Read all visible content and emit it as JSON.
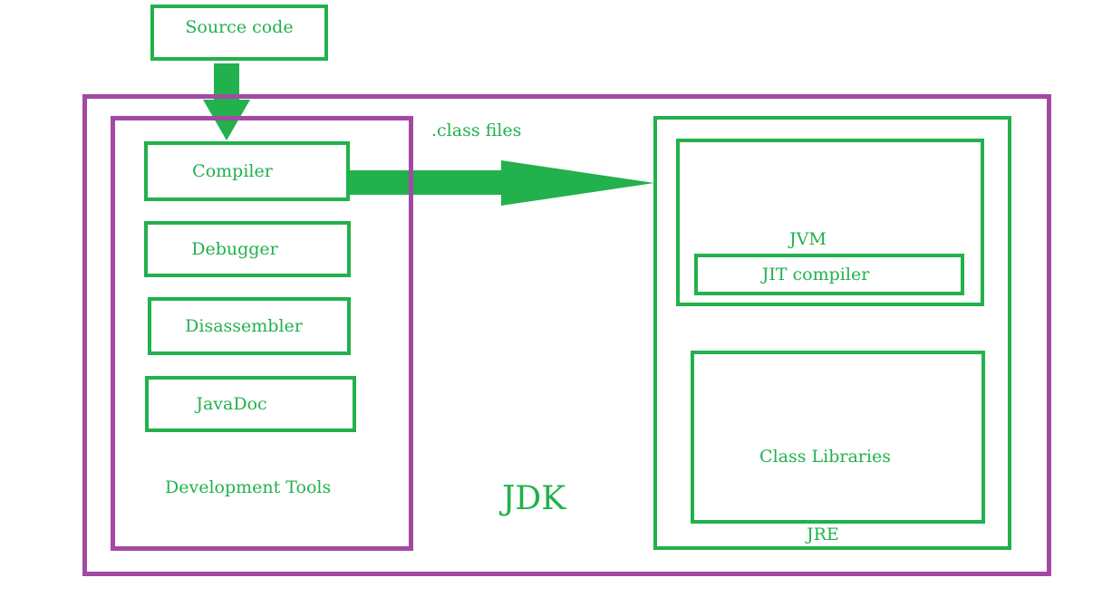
{
  "colors": {
    "green": "#22b14c",
    "purple": "#a349a4",
    "background": "#ffffff"
  },
  "source": {
    "label": "Source code"
  },
  "jdk": {
    "label": "JDK"
  },
  "dev_tools": {
    "label": "Development Tools",
    "tools": [
      {
        "label": "Compiler"
      },
      {
        "label": "Debugger"
      },
      {
        "label": "Disassembler"
      },
      {
        "label": "JavaDoc"
      }
    ]
  },
  "flow": {
    "label": ".class files"
  },
  "jre": {
    "label": "JRE",
    "jvm": {
      "label": "JVM",
      "jit": {
        "label": "JIT compiler"
      }
    },
    "class_libraries": {
      "label": "Class Libraries"
    }
  }
}
